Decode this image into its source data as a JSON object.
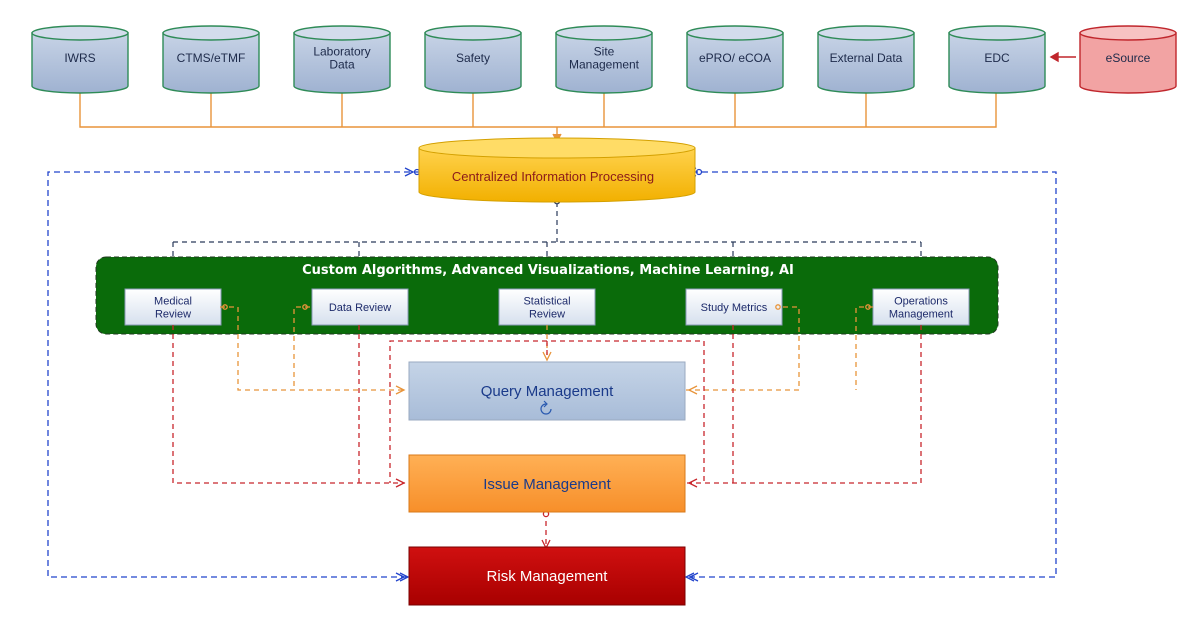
{
  "sources": [
    {
      "label": [
        "IWRS"
      ],
      "kind": "data-source"
    },
    {
      "label": [
        "CTMS/eTMF"
      ],
      "kind": "data-source"
    },
    {
      "label": [
        "Laboratory",
        "Data"
      ],
      "kind": "data-source"
    },
    {
      "label": [
        "Safety"
      ],
      "kind": "data-source"
    },
    {
      "label": [
        "Site",
        "Management"
      ],
      "kind": "data-source"
    },
    {
      "label": [
        "ePRO/ eCOA"
      ],
      "kind": "data-source"
    },
    {
      "label": [
        "External Data"
      ],
      "kind": "data-source"
    },
    {
      "label": [
        "EDC"
      ],
      "kind": "data-source"
    },
    {
      "label": [
        "eSource"
      ],
      "kind": "external-source"
    }
  ],
  "central": {
    "label": "Centralized Information Processing"
  },
  "analytics": {
    "title": "Custom Algorithms, Advanced Visualizations, Machine Learning, AI",
    "modules": [
      {
        "label": [
          "Medical",
          "Review"
        ]
      },
      {
        "label": [
          "Data Review"
        ]
      },
      {
        "label": [
          "Statistical",
          "Review"
        ]
      },
      {
        "label": [
          "Study Metrics"
        ]
      },
      {
        "label": [
          "Operations",
          "Management"
        ]
      }
    ]
  },
  "query": {
    "label": "Query Management",
    "icon": "refresh-icon"
  },
  "issue": {
    "label": "Issue Management"
  },
  "risk": {
    "label": "Risk Management"
  },
  "colors": {
    "source_fill": "#aebfd9",
    "source_border": "#2e8b57",
    "esource_fill": "#f2a3a3",
    "esource_border": "#c0262c",
    "central_fill": "#ffc000",
    "green_panel": "#0a6b0a",
    "query_fill": "#b3c6de",
    "issue_fill": "#ffa03a",
    "risk_fill": "#c00000",
    "orange_line": "#e8943a",
    "red_dash": "#c8262c",
    "blue_dash": "#2244cc",
    "navy_dash": "#2a3a5a"
  }
}
